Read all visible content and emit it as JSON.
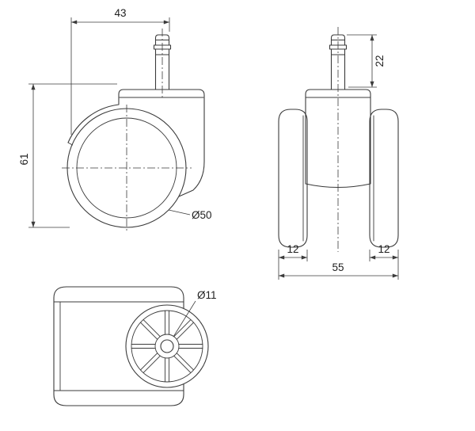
{
  "dimensions": {
    "side_view": {
      "stem_offset": "43",
      "overall_height": "61",
      "wheel_diameter": "Ø50"
    },
    "front_view": {
      "stem_length": "22",
      "wheel_width_left": "12",
      "wheel_width_right": "12",
      "overall_width": "55"
    },
    "bottom_view": {
      "hub_diameter": "Ø11"
    }
  },
  "colors": {
    "line": "#3b3b3b",
    "dimension_text": "#1f1f1f",
    "background": "#ffffff"
  }
}
